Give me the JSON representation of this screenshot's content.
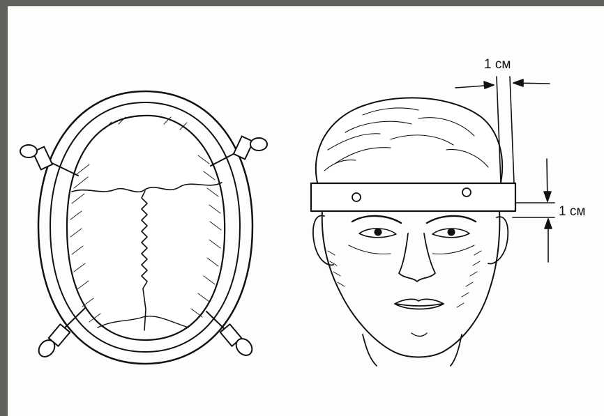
{
  "figure": {
    "left_panel": {
      "caption": "",
      "subject": "skull-top-view-in-halo-ring"
    },
    "right_panel": {
      "caption": "",
      "subject": "head-front-view-with-halo-band",
      "dimension_top_label": "1 см",
      "dimension_side_label": "1 см"
    }
  },
  "colors": {
    "frame": "#5f635c",
    "paper": "#fdfdfb",
    "ink": "#111111"
  }
}
